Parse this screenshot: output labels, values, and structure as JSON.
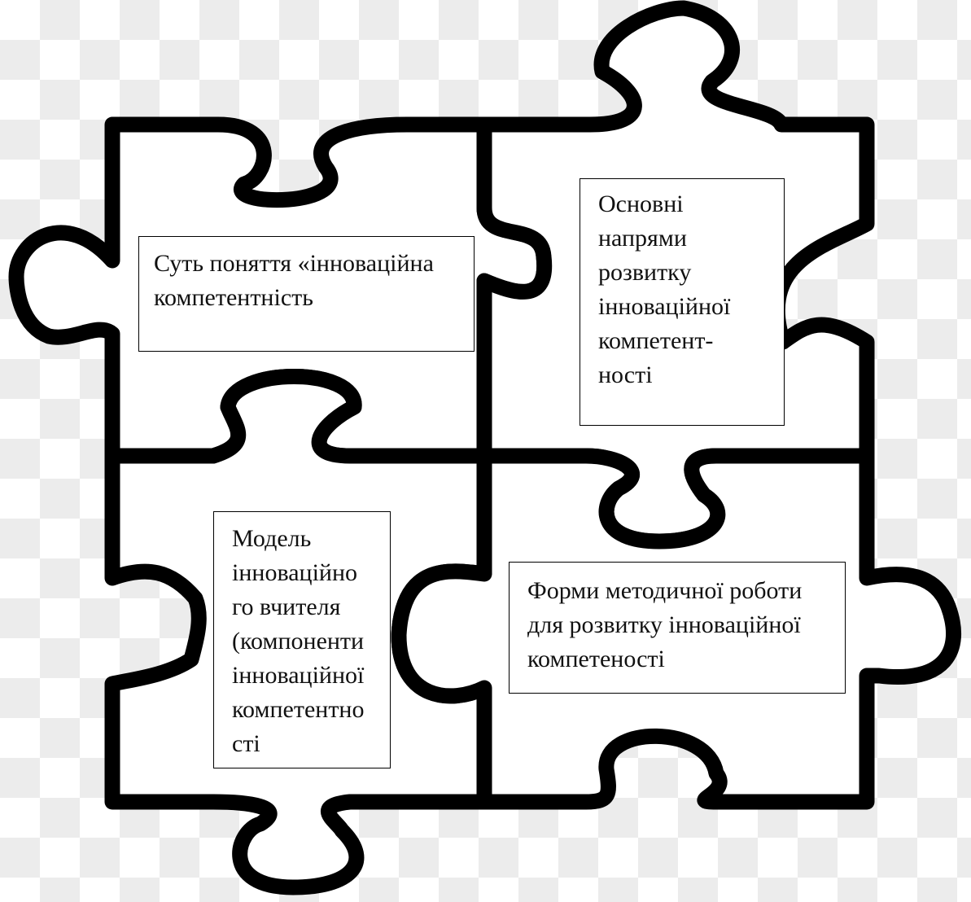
{
  "diagram": {
    "stroke_color": "#000000",
    "fill_color": "#ffffff",
    "pieces": [
      {
        "id": "top-left",
        "label": "Суть поняття «інноваційна\nкомпетентність"
      },
      {
        "id": "top-right",
        "label": "Основні\nнапрями\nрозвитку\nінноваційної\nкомпетент-\nності"
      },
      {
        "id": "bottom-left",
        "label": "Модель\nінноваційно\nго вчителя\n(компоненти\nінноваційної\nкомпетентно\nсті"
      },
      {
        "id": "bottom-right",
        "label": "Форми методичної роботи\nдля розвитку інноваційної\nкомпетеності"
      }
    ]
  }
}
